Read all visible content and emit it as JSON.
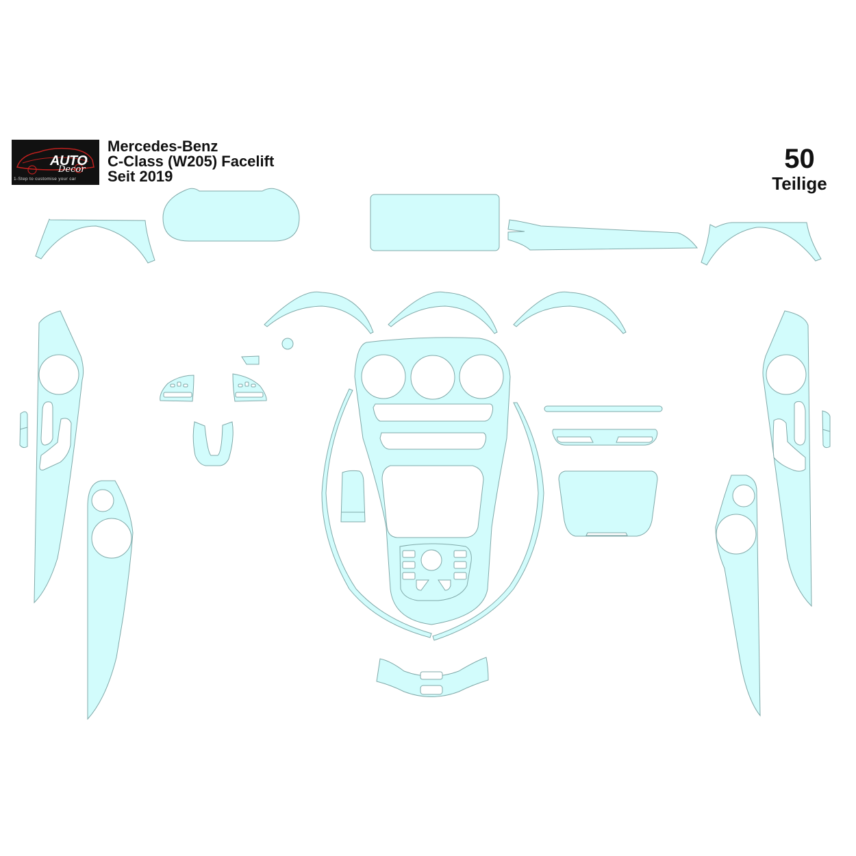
{
  "logo": {
    "brand_line1": "AUTO",
    "brand_line2": "Decor",
    "tagline": "1-Step to customise your car"
  },
  "header": {
    "make": "Mercedes-Benz",
    "model": "C-Class (W205) Facelift",
    "since": "Seit 2019"
  },
  "piece_count": {
    "number": "50",
    "label": "Teilige"
  },
  "colors": {
    "film_fill": "#d2fcfc",
    "outline": "#7fa8a8",
    "text": "#111111",
    "logo_bg": "#111111",
    "logo_accent": "#c0201e"
  },
  "parts": [
    "left-air-vent-trim",
    "instrument-cluster-screen",
    "infotainment-screen",
    "dashboard-trim-strip",
    "right-air-vent-trim",
    "gauge-arc-left",
    "gauge-arc-center",
    "gauge-arc-right",
    "left-front-door-panel",
    "right-front-door-panel",
    "left-rear-door-panel",
    "right-rear-door-panel",
    "left-window-switch",
    "right-window-switch",
    "steering-wheel-left-controls",
    "steering-wheel-right-controls",
    "steering-wheel-lower-spoke",
    "start-button",
    "small-trim-tab",
    "center-console-main",
    "center-console-left-strip",
    "center-console-right-strip",
    "phone-tray-cover",
    "climate-bar",
    "climate-controls",
    "storage-lid",
    "lower-console-trim"
  ]
}
